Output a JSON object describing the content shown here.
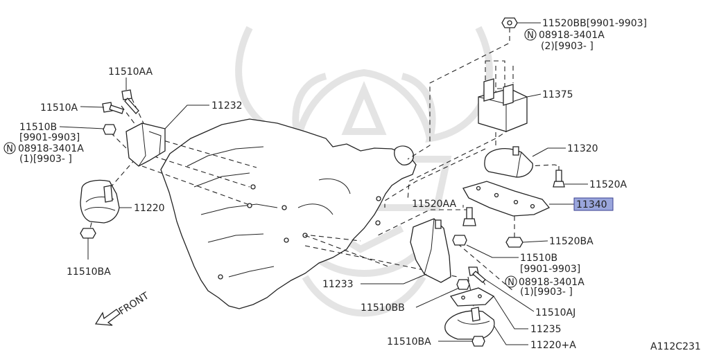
{
  "labels": {
    "p11520BB": "11520BB[9901-9903]",
    "n_top_a": "08918-3401A",
    "n_top_b": "(2)[9903-    ]",
    "p11510AA": "11510AA",
    "p11510A": "11510A",
    "p11232": "11232",
    "p11510B_left": "11510B",
    "p11510B_left_r": "[9901-9903]",
    "n_left_a": "08918-3401A",
    "n_left_b": "(1)[9903-    ]",
    "p11375": "11375",
    "p11320": "11320",
    "p11520A": "11520A",
    "p11340": "11340",
    "p11520AA": "11520AA",
    "p11220": "11220",
    "p11520BA": "11520BA",
    "p11510BA_left": "11510BA",
    "p11510B_right": "11510B",
    "p11510B_right_r": "[9901-9903]",
    "n_right_a": "08918-3401A",
    "n_right_b": "(1)[9903-    ]",
    "p11233": "11233",
    "p11510BB": "11510BB",
    "p11510AJ": "11510AJ",
    "p11235": "11235",
    "p11510BA_bottom": "11510BA",
    "p11220A": "11220+A",
    "front": "FRONT",
    "n_symbol": "N",
    "figure_code": "A112C231"
  },
  "colors": {
    "highlight_fill": "#9aa6dc",
    "highlight_stroke": "#3a3f8f",
    "watermark": "#e4e4e4"
  }
}
